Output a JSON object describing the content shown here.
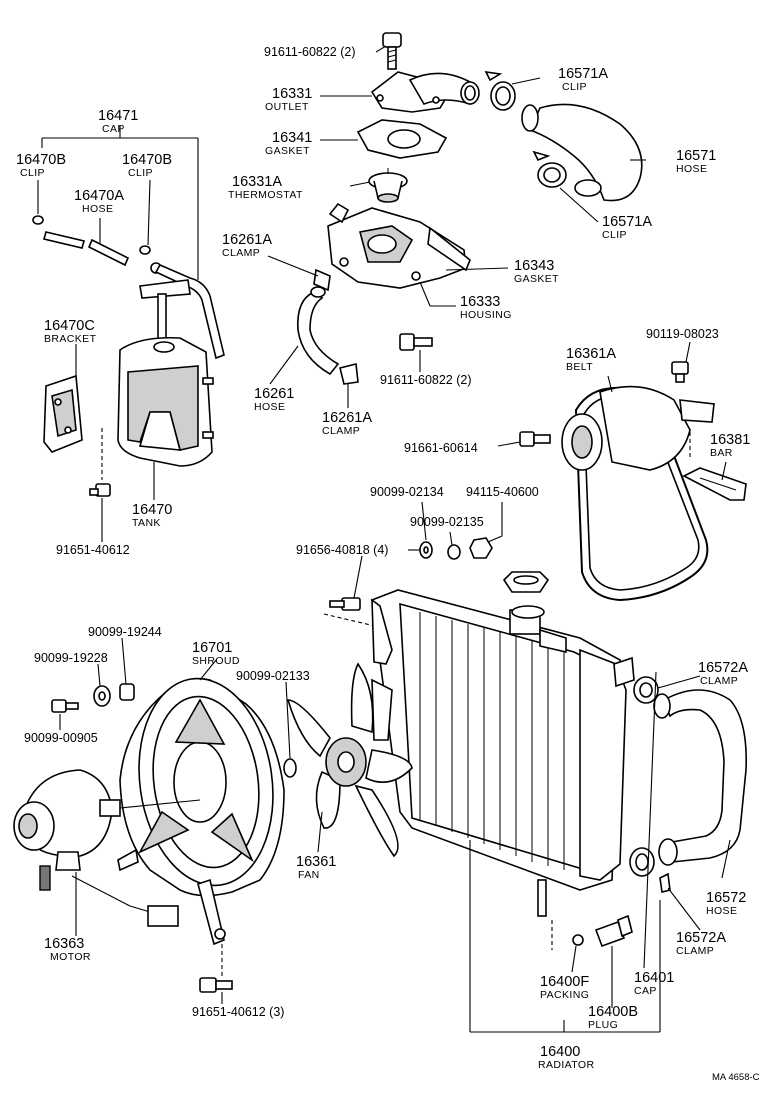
{
  "figure_code": "MA 4658-C",
  "parts": {
    "bolt_outlet": {
      "number": "91611-60822 (2)"
    },
    "outlet": {
      "number": "16331",
      "name": "OUTLET"
    },
    "gasket_outlet": {
      "number": "16341",
      "name": "GASKET"
    },
    "thermostat": {
      "number": "16331A",
      "name": "THERMOSTAT"
    },
    "clip_hose_upper": {
      "number": "16571A",
      "name": "CLIP"
    },
    "hose_upper": {
      "number": "16571",
      "name": "HOSE"
    },
    "clip_hose_lower": {
      "number": "16571A",
      "name": "CLIP"
    },
    "cap_assembly": {
      "number": "16471",
      "name": "CAP"
    },
    "clip_left": {
      "number": "16470B",
      "name": "CLIP"
    },
    "clip_right": {
      "number": "16470B",
      "name": "CLIP"
    },
    "reservoir_hose": {
      "number": "16470A",
      "name": "HOSE"
    },
    "clamp_upper": {
      "number": "16261A",
      "name": "CLAMP"
    },
    "gasket_housing": {
      "number": "16343",
      "name": "GASKET"
    },
    "housing": {
      "number": "16333",
      "name": "HOUSING"
    },
    "bracket": {
      "number": "16470C",
      "name": "BRACKET"
    },
    "bolt_housing": {
      "number": "91611-60822 (2)"
    },
    "bypass_hose": {
      "number": "16261",
      "name": "HOSE"
    },
    "clamp_lower": {
      "number": "16261A",
      "name": "CLAMP"
    },
    "bolt_bar": {
      "number": "90119-08023"
    },
    "belt": {
      "number": "16361A",
      "name": "BELT"
    },
    "bar": {
      "number": "16381",
      "name": "BAR"
    },
    "bolt_belt": {
      "number": "91661-60614"
    },
    "tank": {
      "number": "16470",
      "name": "TANK"
    },
    "washer_a": {
      "number": "90099-02134"
    },
    "nut": {
      "number": "94115-40600"
    },
    "washer_b": {
      "number": "90099-02135"
    },
    "bolt_tank": {
      "number": "91651-40612"
    },
    "bolt_fan": {
      "number": "91656-40818 (4)"
    },
    "spacer_a": {
      "number": "90099-19244"
    },
    "shroud": {
      "number": "16701",
      "name": "SHROUD"
    },
    "spacer_b": {
      "number": "90099-19228"
    },
    "washer_c": {
      "number": "90099-02133"
    },
    "clamp_radiator_upper": {
      "number": "16572A",
      "name": "CLAMP"
    },
    "bolt_motor": {
      "number": "90099-00905"
    },
    "fan": {
      "number": "16361",
      "name": "FAN"
    },
    "hose_lower": {
      "number": "16572",
      "name": "HOSE"
    },
    "clamp_radiator_lower": {
      "number": "16572A",
      "name": "CLAMP"
    },
    "motor": {
      "number": "16363",
      "name": "MOTOR"
    },
    "packing": {
      "number": "16400F",
      "name": "PACKING"
    },
    "radiator_cap": {
      "number": "16401",
      "name": "CAP"
    },
    "plug": {
      "number": "16400B",
      "name": "PLUG"
    },
    "bolt_shroud": {
      "number": "91651-40612 (3)"
    },
    "radiator": {
      "number": "16400",
      "name": "RADIATOR"
    }
  }
}
